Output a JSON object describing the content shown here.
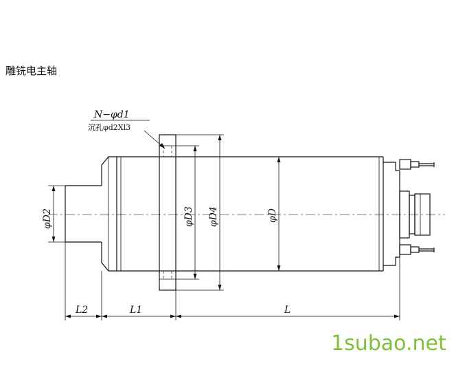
{
  "title": "雕铣电主轴",
  "callout": {
    "line1": "N−φd1",
    "line2": "沉孔φd2Xl3"
  },
  "dimensions": {
    "d2": "φD2",
    "d3": "φD3",
    "d4": "φD4",
    "d": "φD",
    "l2": "L2",
    "l1": "L1",
    "l": "L"
  },
  "watermark": "1subao.net",
  "colors": {
    "line": "#111111",
    "watermark": "#7fbf3a"
  }
}
